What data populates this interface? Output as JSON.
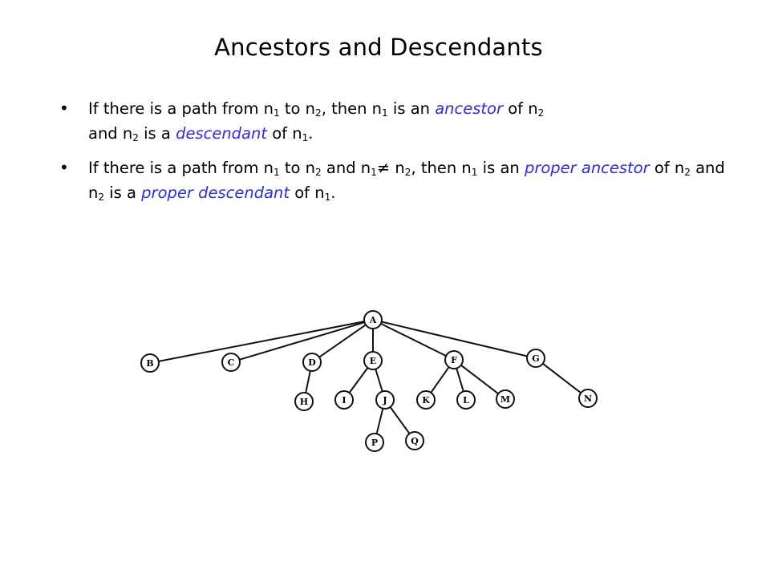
{
  "slide": {
    "title": "Ancestors and Descendants",
    "bullet_glyph": "•",
    "bullet1": {
      "t1": "If there is a path from n",
      "s1": "1",
      "t2": " to n",
      "s2": "2",
      "t3": ", then n",
      "s3": "1",
      "t4": " is an ",
      "term1": "ancestor",
      "t5": " of  n",
      "s4": "2",
      "t6": " and n",
      "s5": "2",
      "t7": " is a ",
      "term2": "descendant",
      "t8": "  of n",
      "s6": "1",
      "t9": "."
    },
    "bullet2": {
      "t1": "If there is a path from n",
      "s1": "1",
      "t2": " to n",
      "s2": "2",
      "t3": " and n",
      "s3": "1",
      "neq": "≠",
      "t4": " n",
      "s4": "2",
      "t5": ", then n",
      "s5": "1",
      "t6": " is an ",
      "term1": "proper ancestor",
      "t7": " of  n",
      "s6": "2",
      "t8": " and n",
      "s7": "2",
      "t9": " is a ",
      "term2": "proper descendant",
      "t10": "  of n",
      "s8": "1",
      "t11": "."
    },
    "colors": {
      "term": "#2a2aff",
      "text": "#000000",
      "background": "#ffffff"
    }
  },
  "tree": {
    "nodes": [
      {
        "id": "A",
        "label": "A"
      },
      {
        "id": "B",
        "label": "B"
      },
      {
        "id": "C",
        "label": "C"
      },
      {
        "id": "D",
        "label": "D"
      },
      {
        "id": "E",
        "label": "E"
      },
      {
        "id": "F",
        "label": "F"
      },
      {
        "id": "G",
        "label": "G"
      },
      {
        "id": "H",
        "label": "H"
      },
      {
        "id": "I",
        "label": "I"
      },
      {
        "id": "J",
        "label": "J"
      },
      {
        "id": "K",
        "label": "K"
      },
      {
        "id": "L",
        "label": "L"
      },
      {
        "id": "M",
        "label": "M"
      },
      {
        "id": "N",
        "label": "N"
      },
      {
        "id": "P",
        "label": "P"
      },
      {
        "id": "Q",
        "label": "Q"
      }
    ],
    "edges": [
      [
        "A",
        "B"
      ],
      [
        "A",
        "C"
      ],
      [
        "A",
        "D"
      ],
      [
        "A",
        "E"
      ],
      [
        "A",
        "F"
      ],
      [
        "A",
        "G"
      ],
      [
        "D",
        "H"
      ],
      [
        "E",
        "I"
      ],
      [
        "E",
        "J"
      ],
      [
        "F",
        "K"
      ],
      [
        "F",
        "L"
      ],
      [
        "F",
        "M"
      ],
      [
        "G",
        "N"
      ],
      [
        "J",
        "P"
      ],
      [
        "J",
        "Q"
      ]
    ]
  }
}
